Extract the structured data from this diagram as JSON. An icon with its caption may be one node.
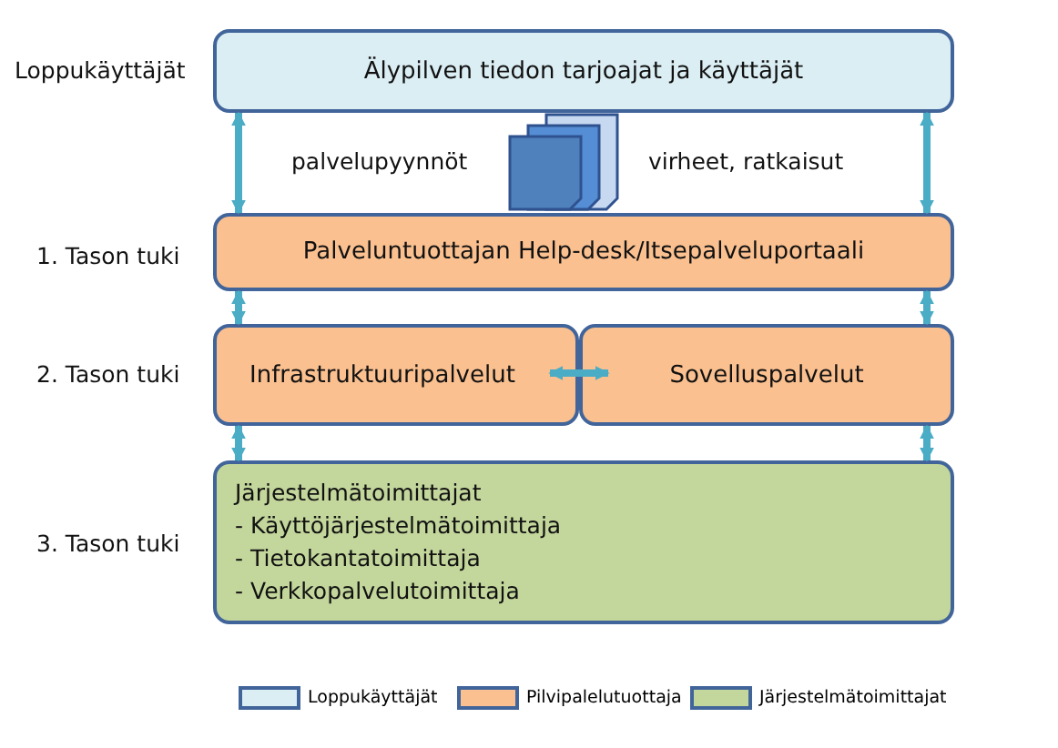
{
  "diagram": {
    "nodes": [
      {
        "text": [
          "Älypilven tiedon tarjoajat ja käyttäjät"
        ]
      },
      {
        "text": [
          "Palveluntuottajan Help-desk/Itsepalveluportaali"
        ]
      },
      {
        "text": [
          "Infrastruktuuripalvelut"
        ]
      },
      {
        "text": [
          "Sovelluspalvelut"
        ]
      },
      {
        "text": [
          "Järjestelmätoimittajat",
          "- Käyttöjärjestelmätoimittaja",
          "- Tietokantatoimittaja",
          "- Verkkopalvelutoimittaja"
        ]
      }
    ],
    "edges": [
      {
        "from": 0,
        "to": 1,
        "arrow": "both"
      },
      {
        "from": 0,
        "to": 1,
        "arrow": "both"
      },
      {
        "from": 1,
        "to": 2,
        "arrow": "both"
      },
      {
        "from": 1,
        "to": 3,
        "arrow": "both"
      },
      {
        "from": 2,
        "to": 3,
        "arrow": "both"
      },
      {
        "from": 2,
        "to": 4,
        "arrow": "both"
      },
      {
        "from": 3,
        "to": 4,
        "arrow": "both"
      }
    ],
    "labels": [
      "Loppukäyttäjät",
      "palvelupyynnöt",
      "virheet, ratkaisut",
      "1. Tason tuki",
      "2. Tason tuki",
      "3. Tason tuki"
    ],
    "legend": [
      {
        "text": "Loppukäyttäjät",
        "color": "#dbeef4"
      },
      {
        "text": "Pilvipalelutuottaja",
        "color": "#fac090"
      },
      {
        "text": "Järjestelmätoimittajat",
        "color": "#c3d69b"
      }
    ]
  }
}
